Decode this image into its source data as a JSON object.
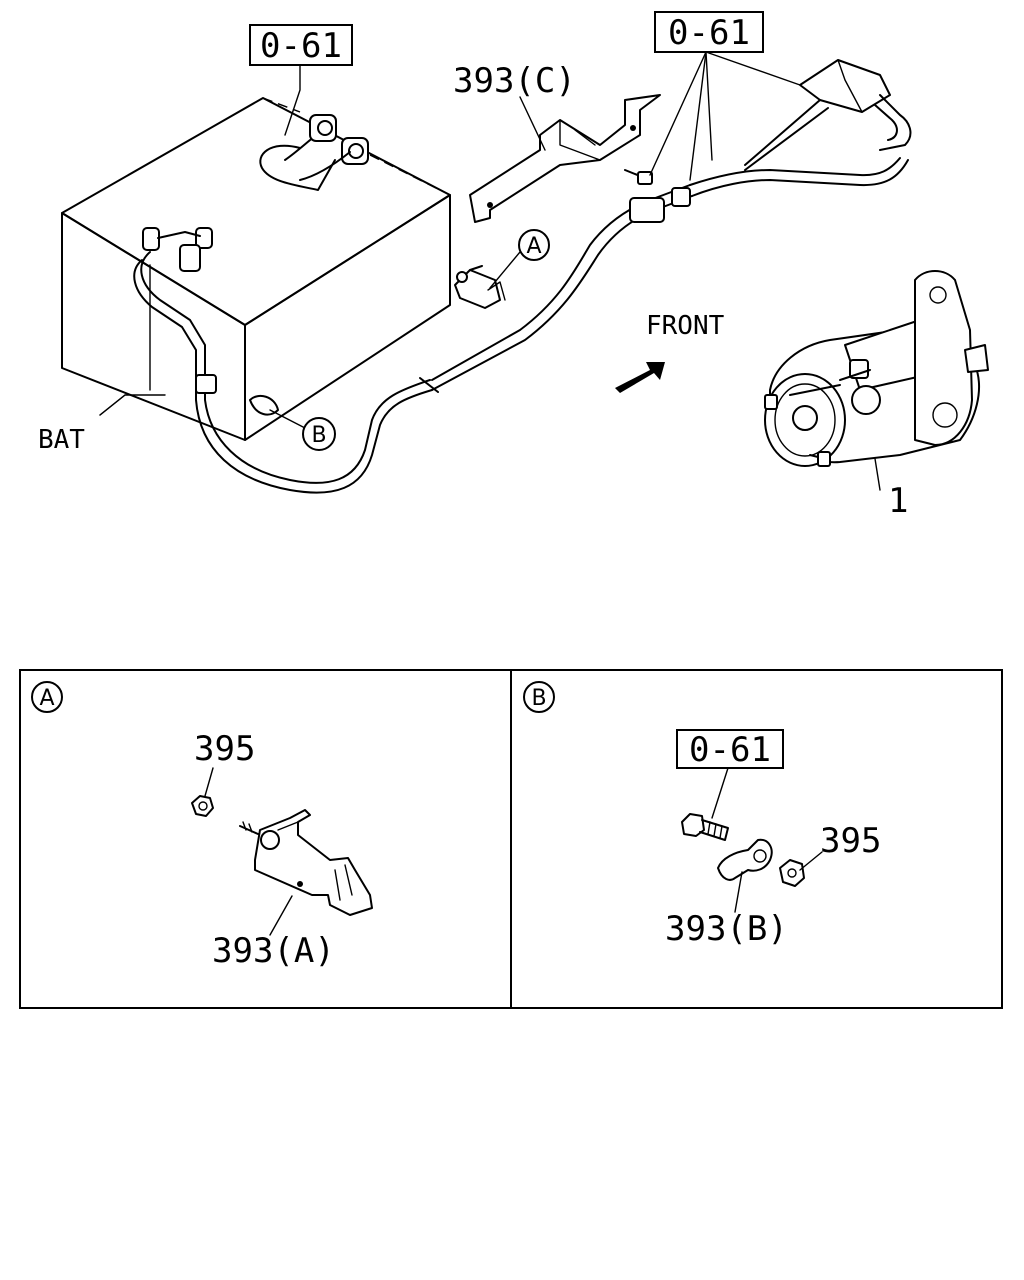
{
  "labels": {
    "ref_top_left": "0-61",
    "ref_top_right": "0-61",
    "bracket_c": "393(C)",
    "detail_a_marker": "A",
    "detail_b_marker": "B",
    "front": "FRONT",
    "bat": "BAT",
    "starter": "1"
  },
  "detail_a": {
    "badge": "A",
    "nut": "395",
    "bracket": "393(A)"
  },
  "detail_b": {
    "badge": "B",
    "ref": "0-61",
    "nut": "395",
    "bracket": "393(B)"
  }
}
